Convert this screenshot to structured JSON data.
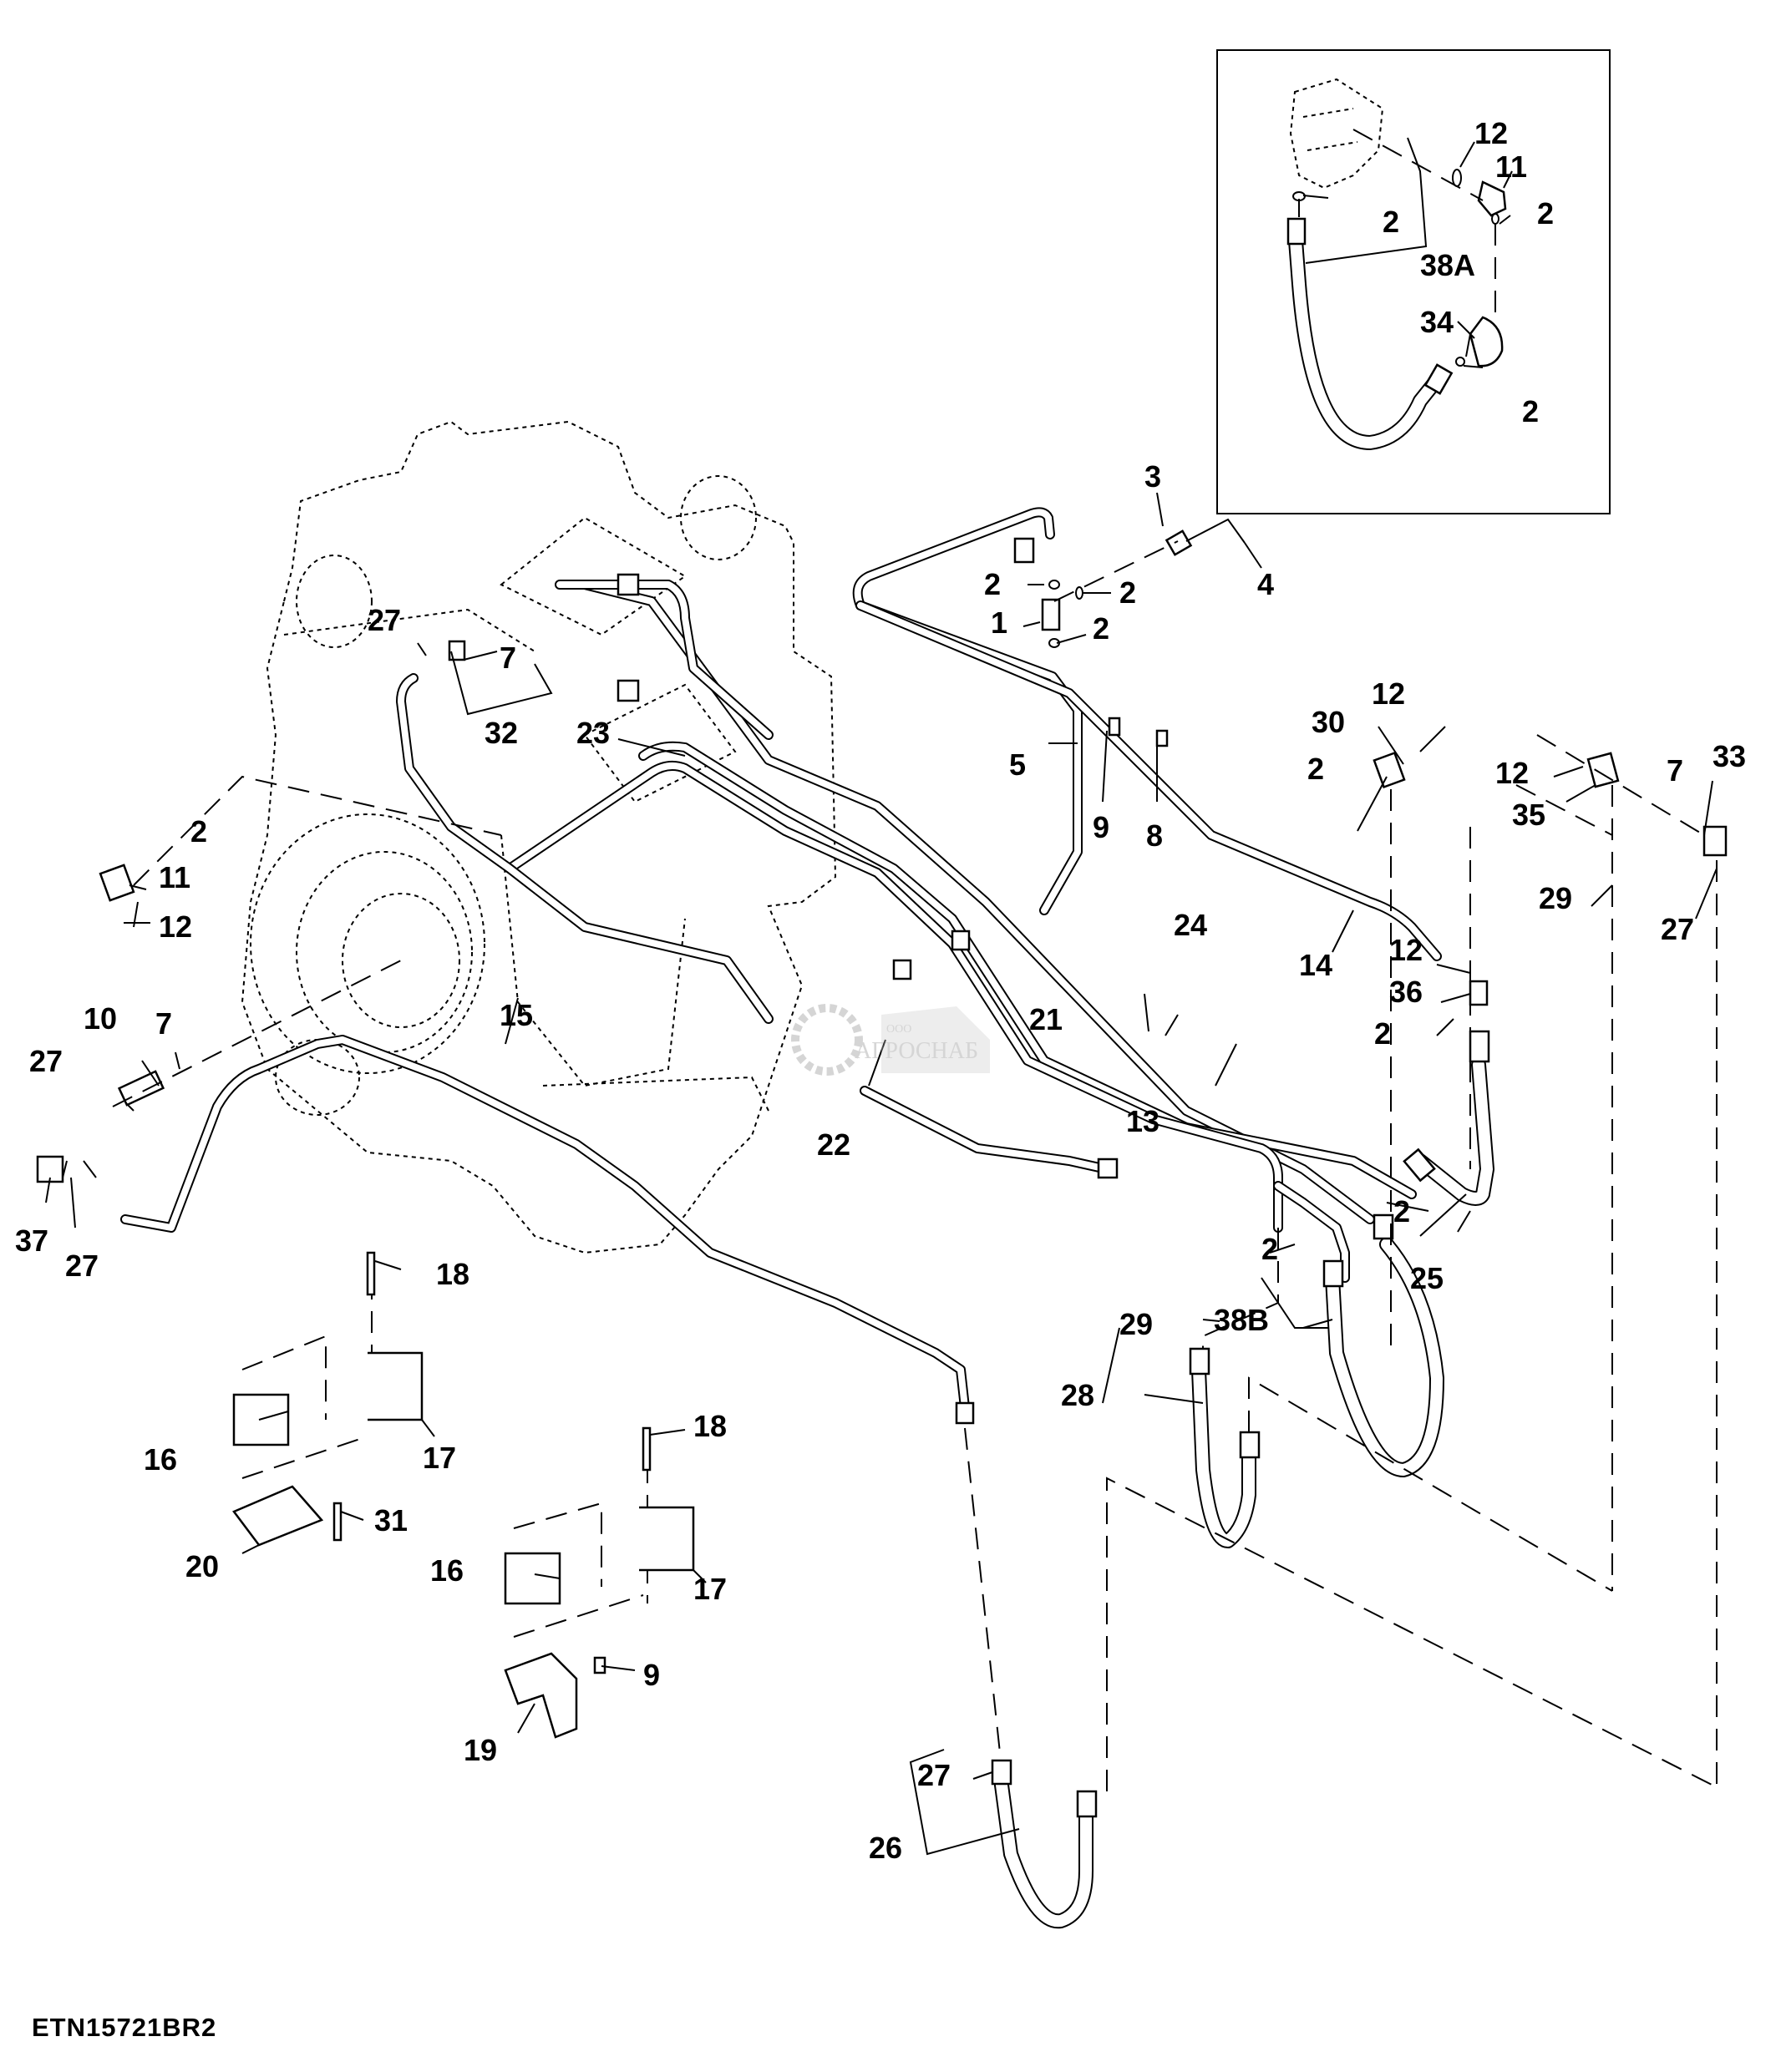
{
  "drawing": {
    "id": "ETN15721BR2",
    "title": "Hydraulic lines exploded parts diagram"
  },
  "watermark": {
    "prefix": "ООО",
    "name": "АГРОСНАБ"
  },
  "inset": {
    "callouts": [
      "12",
      "11",
      "2",
      "2",
      "38A",
      "34",
      "2"
    ]
  },
  "callouts": {
    "c3": "3",
    "c4": "4",
    "c2a": "2",
    "c2b": "2",
    "c1": "1",
    "c2c": "2",
    "c27a": "27",
    "c7a": "7",
    "c32": "32",
    "c23": "23",
    "c5": "5",
    "c2d": "2",
    "c11": "11",
    "c12a": "12",
    "c9a": "9",
    "c8": "8",
    "c30": "30",
    "c12b": "12",
    "c2e": "2",
    "c12c": "12",
    "c7b": "7",
    "c33": "33",
    "c35": "35",
    "c29a": "29",
    "c27b": "27",
    "c24": "24",
    "c14": "14",
    "c12d": "12",
    "c36": "36",
    "c2f": "2",
    "c21": "21",
    "c13": "13",
    "c7c": "7",
    "c10": "10",
    "c27c": "27",
    "c15": "15",
    "c22": "22",
    "c37": "37",
    "c27d": "27",
    "c2g": "2",
    "c2h": "2",
    "c25": "25",
    "c38b": "38B",
    "c29b": "29",
    "c28": "28",
    "c18a": "18",
    "c16a": "16",
    "c17a": "17",
    "c31": "31",
    "c20": "20",
    "c18b": "18",
    "c16b": "16",
    "c17b": "17",
    "c9b": "9",
    "c19": "19",
    "c27e": "27",
    "c26": "26"
  }
}
